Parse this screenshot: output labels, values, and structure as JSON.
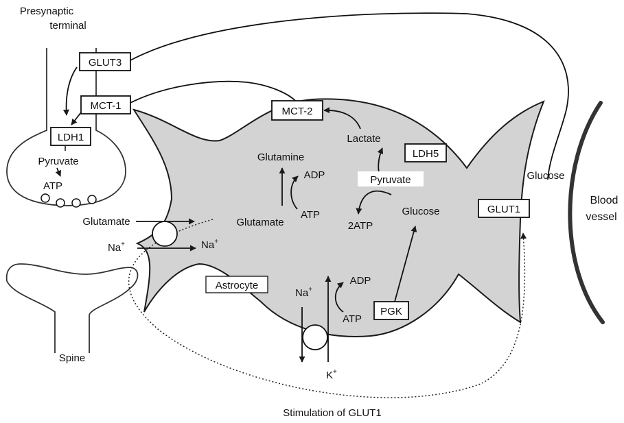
{
  "labels": {
    "presynaptic_line1": "Presynaptic",
    "presynaptic_line2": "terminal",
    "glut3": "GLUT3",
    "mct1": "MCT-1",
    "ldh1": "LDH1",
    "pyruvate_neuron": "Pyruvate",
    "atp_neuron": "ATP",
    "glutamate_outside": "Glutamate",
    "na_outside": "Na",
    "na_inside": "Na",
    "spine": "Spine",
    "mct2": "MCT-2",
    "lactate": "Lactate",
    "ldh5": "LDH5",
    "glutamine": "Glutamine",
    "adp_glutamine": "ADP",
    "glutamate_inside": "Glutamate",
    "atp_glutamine": "ATP",
    "pyruvate_astro": "Pyruvate",
    "two_atp": "2ATP",
    "glucose_inside": "Glucose",
    "glucose_outside": "Glucose",
    "glut1": "GLUT1",
    "blood_line1": "Blood",
    "blood_line2": "vessel",
    "astrocyte": "Astrocyte",
    "na_pump": "Na",
    "adp_pump": "ADP",
    "atp_pump": "ATP",
    "pgk": "PGK",
    "k_pump": "K",
    "stimulation": "Stimulation of GLUT1"
  },
  "superscript_plus": "+",
  "colors": {
    "astrocyte_fill": "#d3d3d3",
    "stroke": "#1a1a1a",
    "blood_vessel": "#333333"
  }
}
